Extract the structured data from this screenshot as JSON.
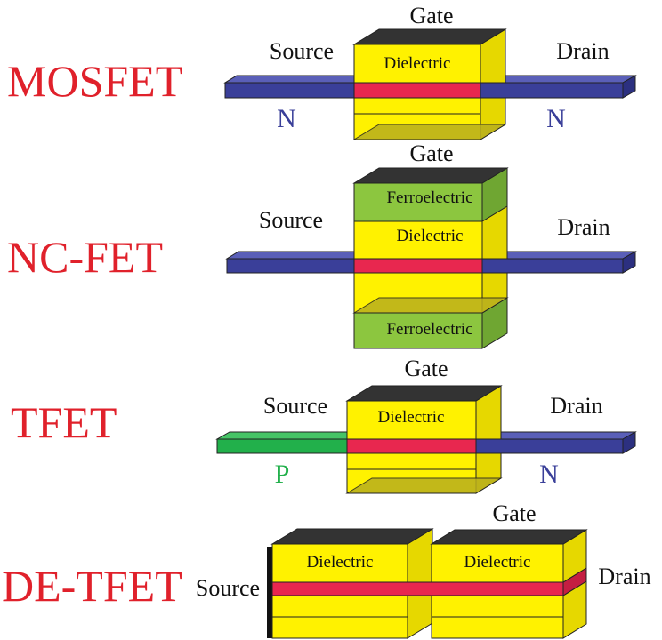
{
  "colors": {
    "title": "#e0212b",
    "n_region": "#3a3f99",
    "p_region": "#22b04b",
    "channel": "#e8274f",
    "dielectric": "#fff200",
    "ferroelectric": "#8cc63f",
    "gate_top": "#333333"
  },
  "mosfet": {
    "title": "MOSFET",
    "gate": "Gate",
    "source": "Source",
    "drain": "Drain",
    "dielectric": "Dielectric",
    "source_doping": "N",
    "drain_doping": "N"
  },
  "ncfet": {
    "title": "NC-FET",
    "gate": "Gate",
    "source": "Source",
    "drain": "Drain",
    "ferro_top": "Ferroelectric",
    "dielectric": "Dielectric",
    "ferro_bottom": "Ferroelectric"
  },
  "tfet": {
    "title": "TFET",
    "gate": "Gate",
    "source": "Source",
    "drain": "Drain",
    "dielectric": "Dielectric",
    "source_doping": "P",
    "drain_doping": "N"
  },
  "detfet": {
    "title": "DE-TFET",
    "gate": "Gate",
    "source": "Source",
    "drain": "Drain",
    "dielectric_left": "Dielectric",
    "dielectric_right": "Dielectric"
  }
}
